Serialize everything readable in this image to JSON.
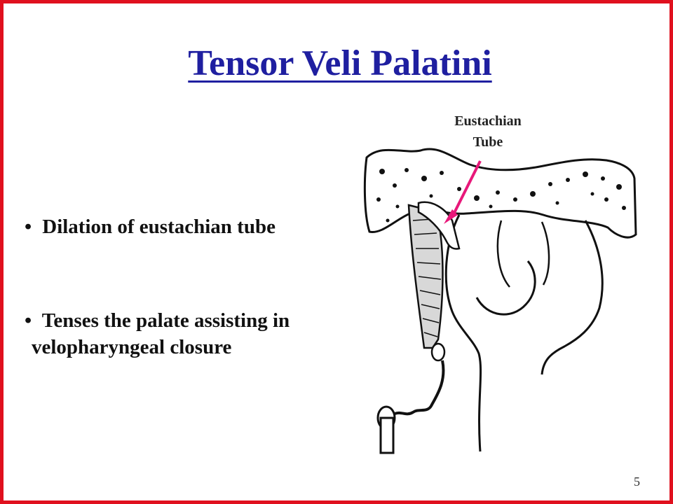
{
  "slide": {
    "title": "Tensor Veli Palatini",
    "bullets": [
      {
        "text": "Dilation of eustachian tube"
      },
      {
        "text": "Tenses the palate assisting in",
        "continuation": "velopharyngeal closure"
      }
    ],
    "bullet_marker": "•",
    "callout": {
      "line1": "Eustachian",
      "line2": "Tube"
    },
    "page_number": "5",
    "colors": {
      "frame": "#e0101e",
      "title": "#1f1fa0",
      "arrow": "#e8187a"
    }
  }
}
